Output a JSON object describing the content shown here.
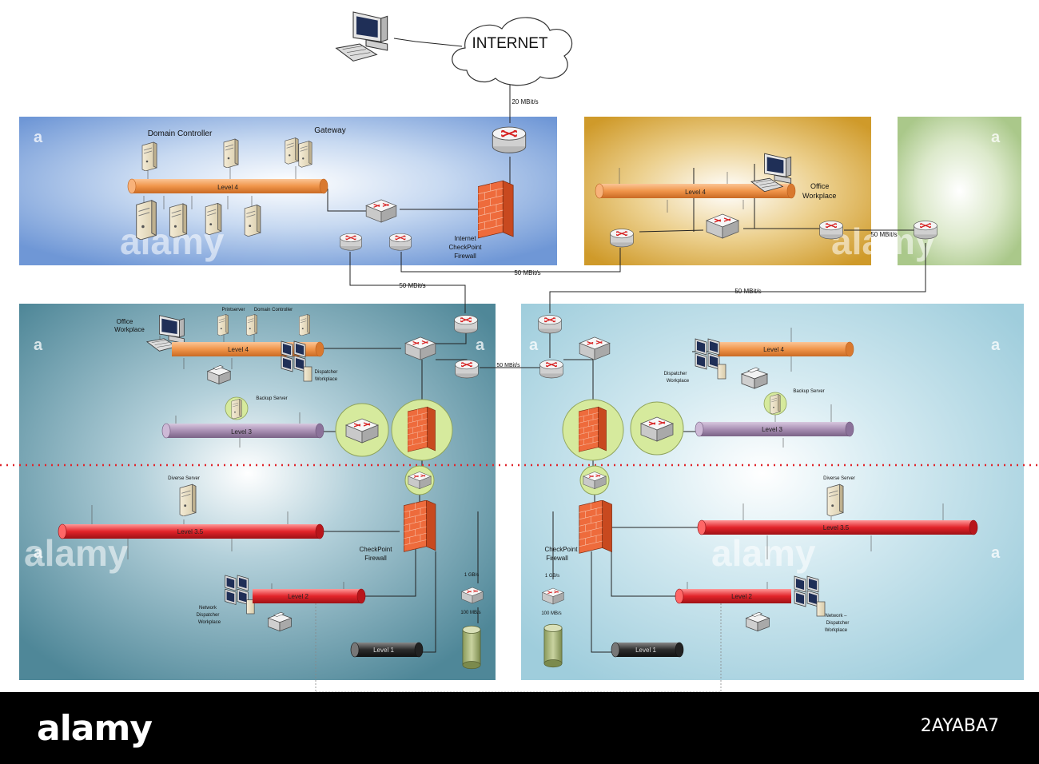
{
  "labels": {
    "internet": "INTERNET",
    "domain_controller": "Domain Controller",
    "gateway": "Gateway",
    "level4": "Level 4",
    "level3": "Level 3",
    "level35": "Level 3.5",
    "level2": "Level 2",
    "level1": "Level 1",
    "office_workplace_1": "Office",
    "office_workplace_2": "Workplace",
    "internet_fw_1": "Internet",
    "internet_fw_2": "CheckPoint",
    "internet_fw_3": "Firewall",
    "checkpoint_fw_1": "CheckPoint",
    "checkpoint_fw_2": "Firewall",
    "printserver": "Printserver",
    "domain_controller_small": "Domain Controller",
    "dispatcher_1": "Dispatcher",
    "dispatcher_2": "Workplace",
    "backup_server": "Backup Server",
    "diverse_server": "Diverse Server",
    "network_dispatcher_1": "Network",
    "network_dispatcher_2": "Dispatcher",
    "network_dispatcher_3": "Workplace",
    "network_dispatcher_r1": "Network –",
    "network_dispatcher_r2": "Dispatcher",
    "network_dispatcher_r3": "Workplace",
    "speed_20": "20 MBit/s",
    "speed_50": "50 MBit/s",
    "speed_1gb": "1 GB/s",
    "speed_100mb": "100 MB/s",
    "watermark_small": "a",
    "watermark_word": "alamy"
  },
  "footer": {
    "logo": "alamy",
    "image_id": "2AYABA7"
  },
  "colors": {
    "zone_blue": "#7ea3dc",
    "zone_gold": "#d8a73a",
    "zone_green": "#b6d09a",
    "zone_teal": "#5f97a8",
    "zone_lightblue": "#a9d3e0",
    "pipe_orange": "#f0954a",
    "pipe_purple": "#a990b4",
    "pipe_red": "#e2242a",
    "pipe_black": "#2b2b2b",
    "firewall": "#ee6b3c",
    "divider": "#e0262c"
  }
}
